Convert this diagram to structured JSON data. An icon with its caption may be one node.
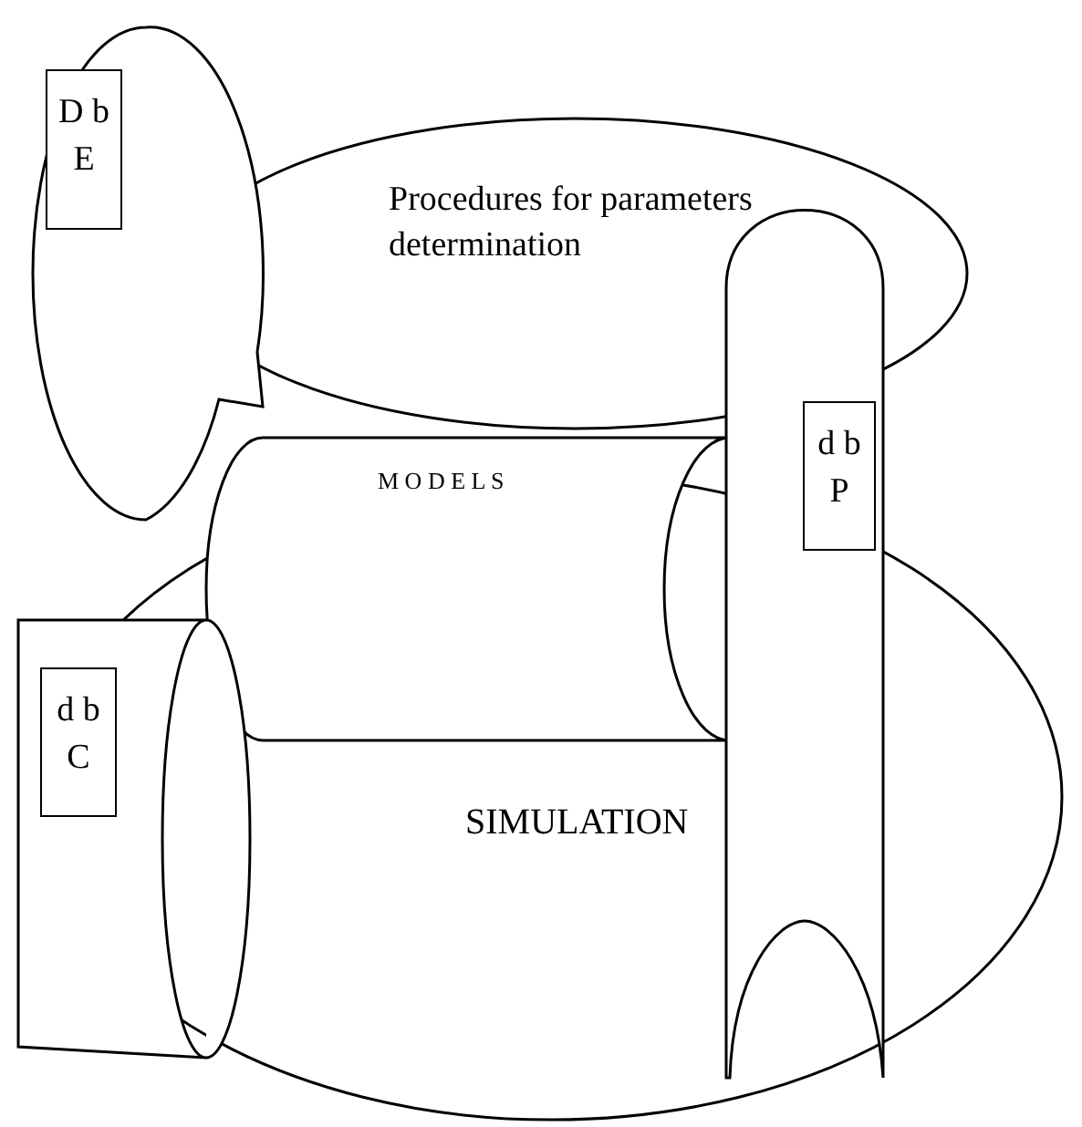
{
  "diagram": {
    "nodes": [
      {
        "text": [
          "Procedures for parameters determination"
        ]
      },
      {
        "text": [
          "D b E"
        ]
      },
      {
        "text": [
          "M O D E L S"
        ]
      },
      {
        "text": [
          "d b P"
        ]
      },
      {
        "text": [
          "SIMULATION"
        ]
      },
      {
        "text": [
          "d b C"
        ]
      }
    ]
  }
}
